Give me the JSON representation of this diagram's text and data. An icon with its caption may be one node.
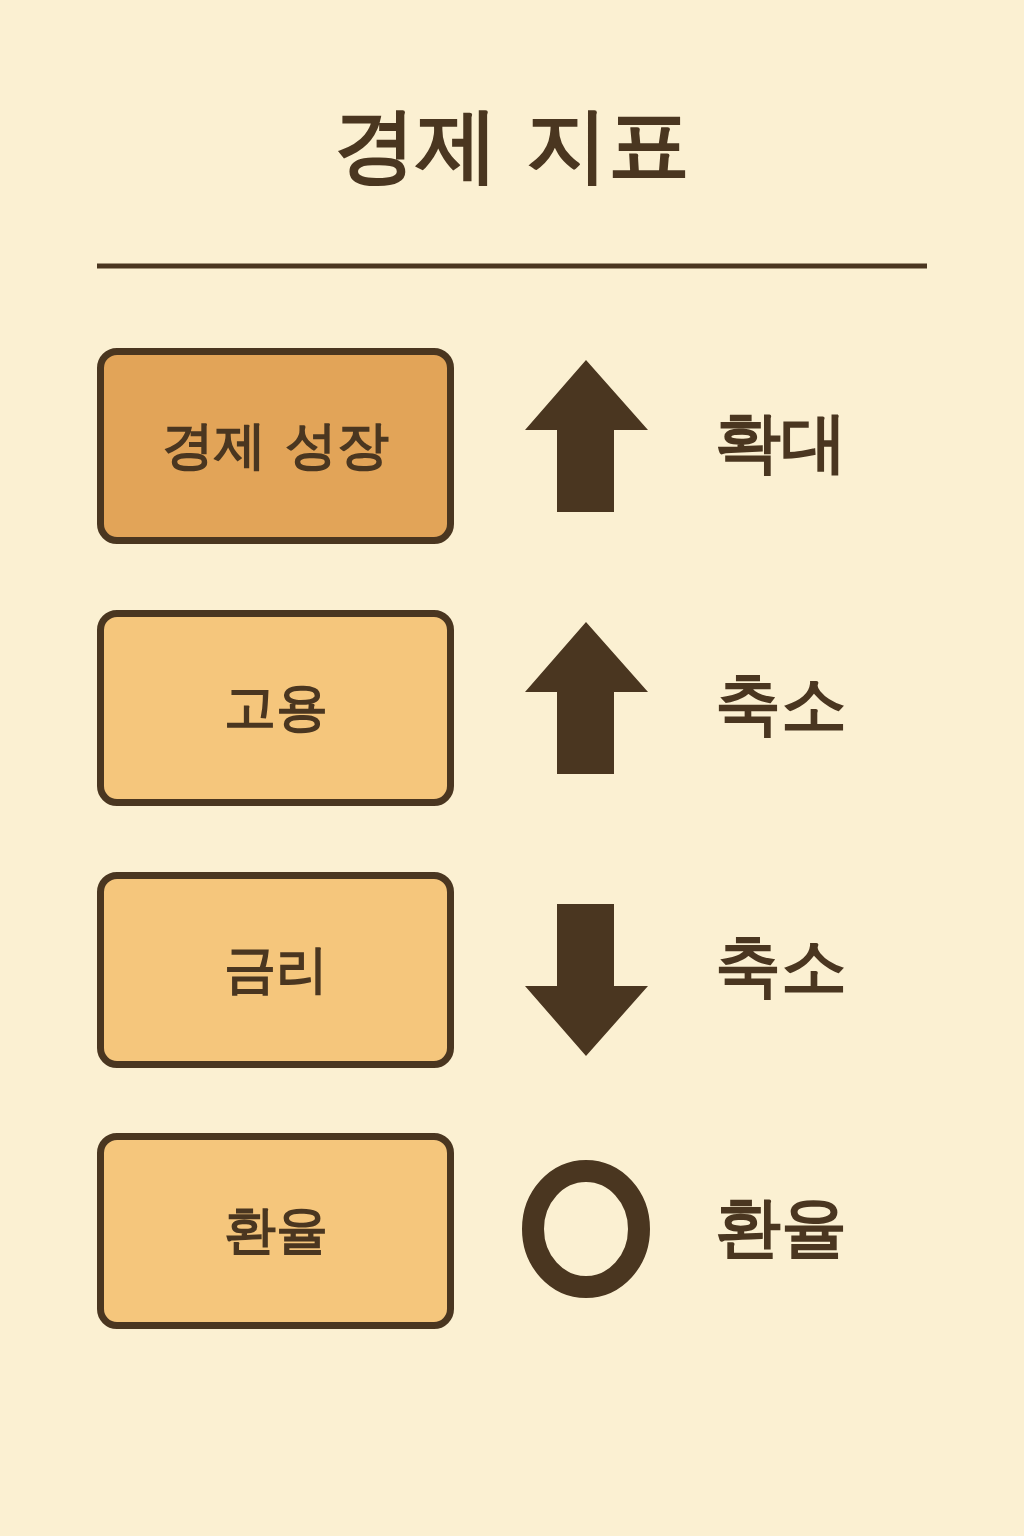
{
  "diagram": {
    "title": "경제 지표",
    "nodes": [
      {
        "text": [
          "경제 성장"
        ]
      },
      {
        "text": [
          "고용"
        ]
      },
      {
        "text": [
          "금리"
        ]
      },
      {
        "text": [
          "환율"
        ]
      }
    ],
    "labels": [
      "확대",
      "축소",
      "축소",
      "환율"
    ]
  }
}
